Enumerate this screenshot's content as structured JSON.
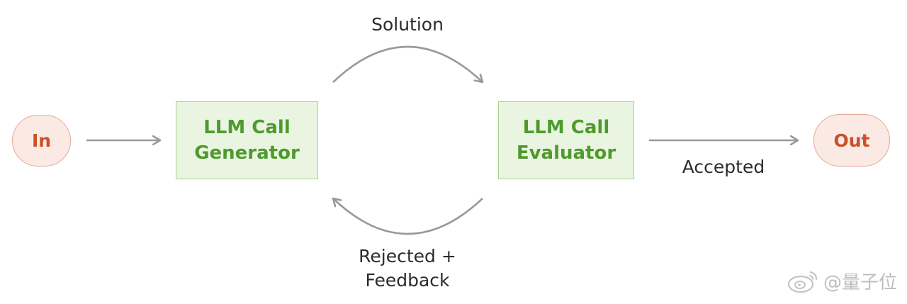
{
  "nodes": {
    "in": {
      "label": "In"
    },
    "generator": {
      "line1": "LLM Call",
      "line2": "Generator"
    },
    "evaluator": {
      "line1": "LLM Call",
      "line2": "Evaluator"
    },
    "out": {
      "label": "Out"
    }
  },
  "edges": {
    "solution": "Solution",
    "rejected_line1": "Rejected +",
    "rejected_line2": "Feedback",
    "accepted": "Accepted"
  },
  "watermark": {
    "text": "@量子位"
  },
  "colors": {
    "oval_fill": "#fbe9e3",
    "oval_text": "#c9502b",
    "box_fill": "#eaf5e1",
    "box_text": "#4f9a2e",
    "arrow": "#9a9a94"
  }
}
